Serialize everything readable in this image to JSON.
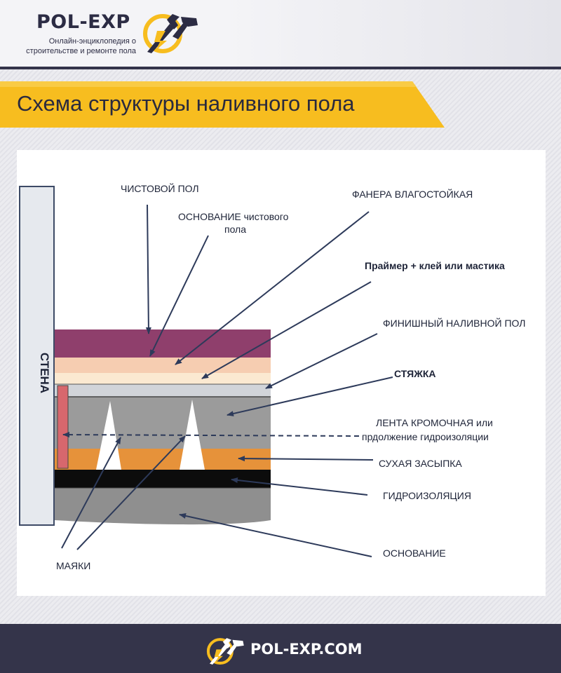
{
  "header": {
    "logo": "POL-EXP",
    "tagline_line1": "Онлайн-энциклопедия  о",
    "tagline_line2": "строительстве и ремонте пола"
  },
  "title": "Схема структуры наливного пола",
  "diagram": {
    "wall_label": "СТЕНА",
    "labels": {
      "finish_floor": "ЧИСТОВОЙ ПОЛ",
      "finish_base_1": "ОСНОВАНИЕ чистового",
      "finish_base_2": "пола",
      "plywood": "ФАНЕРА ВЛАГОСТОЙКАЯ",
      "primer": "Праймер + клей или мастика",
      "self_level": "ФИНИШНЫЙ НАЛИВНОЙ ПОЛ",
      "screed": "СТЯЖКА",
      "edge_tape_1": "ЛЕНТА КРОМОЧНАЯ или",
      "edge_tape_2": "прдолжение гидроизоляции",
      "dry_fill": "СУХАЯ ЗАСЫПКА",
      "waterproofing": "ГИДРОИЗОЛЯЦИЯ",
      "base": "ОСНОВАНИЕ",
      "beacons": "МАЯКИ"
    }
  },
  "footer": {
    "site": "POL-EXP.COM"
  },
  "colors": {
    "accent": "#f7bd1f",
    "dark": "#34344a",
    "finish_floor": "#8f3f6c",
    "finish_base": "#f6cdb1",
    "plywood": "#fbe9d1",
    "self_level": "#d1d4d9",
    "screed": "#9b9b9b",
    "dry_fill": "#e6923a",
    "waterproofing": "#0c0c0c",
    "base": "#8f8f8f",
    "edge_tape": "#d7676d",
    "wall": "#e6e9ee"
  }
}
